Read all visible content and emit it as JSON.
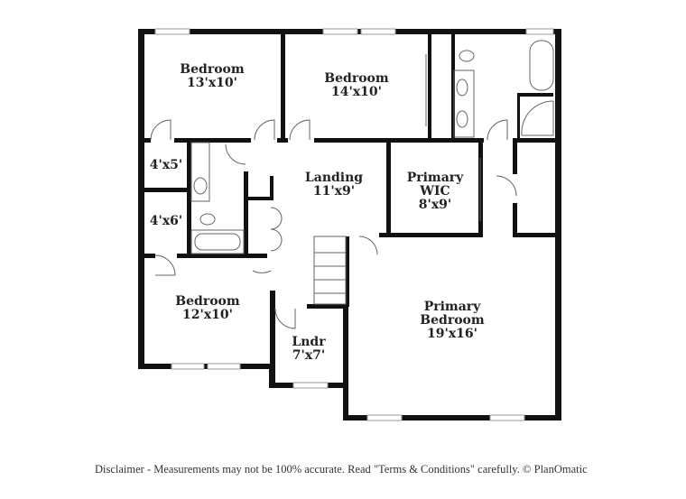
{
  "rooms": [
    {
      "name": "Bedroom",
      "size": "13'x10'"
    },
    {
      "name": "Bedroom",
      "size": "14'x10'"
    },
    {
      "name": "",
      "size": "4'x5'"
    },
    {
      "name": "",
      "size": "4'x6'"
    },
    {
      "name": "Landing",
      "size": "11'x9'"
    },
    {
      "name": "Primary WIC",
      "size": "8'x9'"
    },
    {
      "name": "Bedroom",
      "size": "12'x10'"
    },
    {
      "name": "Lndr",
      "size": "7'x7'"
    },
    {
      "name": "Primary Bedroom",
      "size": "19'x16'"
    }
  ],
  "disclaimer": "Disclaimer - Measurements may not be 100% accurate. Read \"Terms & Conditions\" carefully. © PlanOmatic",
  "colors": {
    "wall": "#111111",
    "fixture": "#888888"
  }
}
